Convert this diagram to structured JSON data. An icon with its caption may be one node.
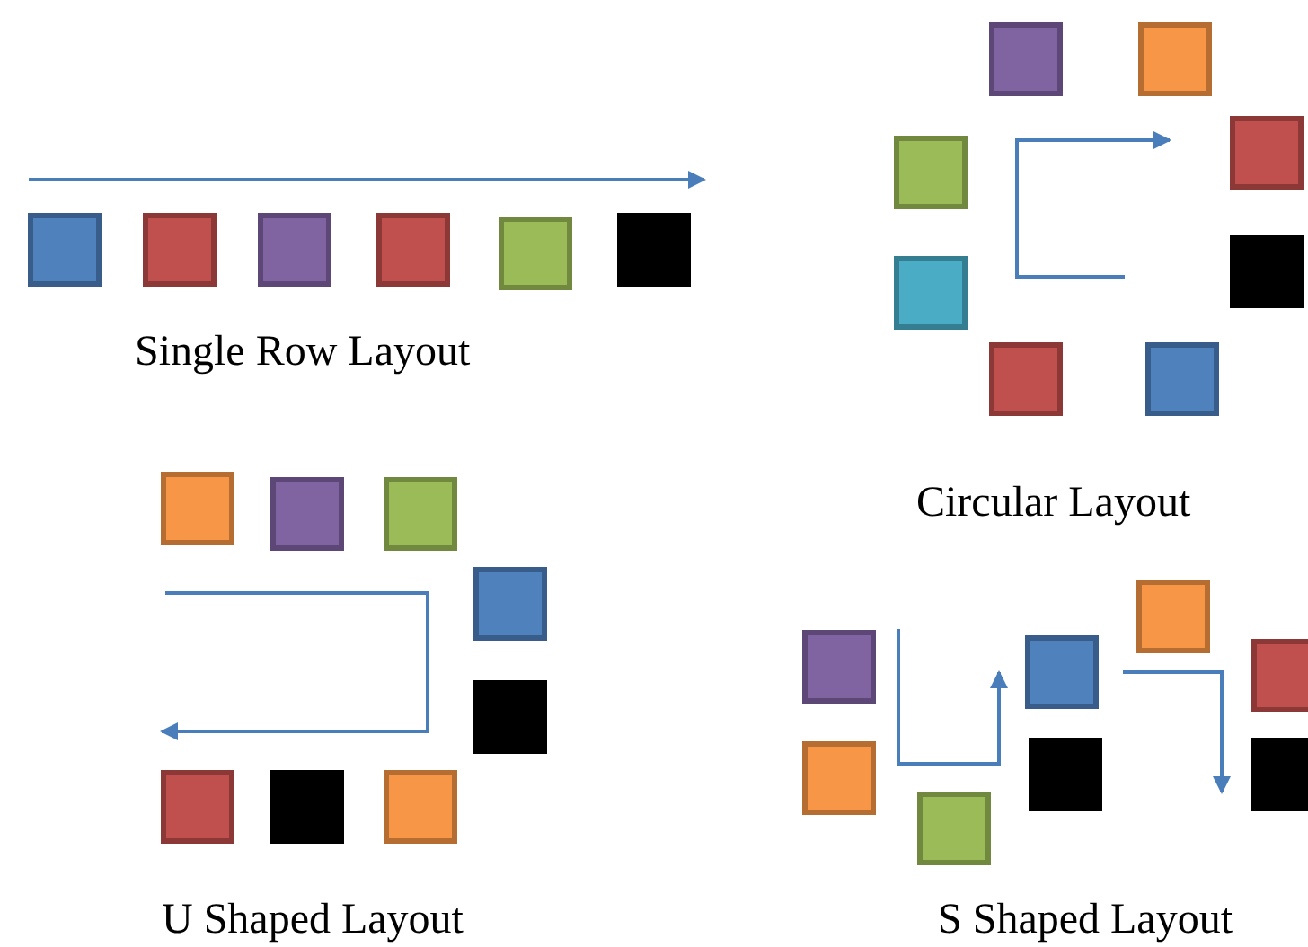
{
  "diagram": {
    "labels": [
      "Single Row Layout",
      "Circular Layout",
      "U Shaped Layout",
      "S Shaped Layout"
    ]
  }
}
